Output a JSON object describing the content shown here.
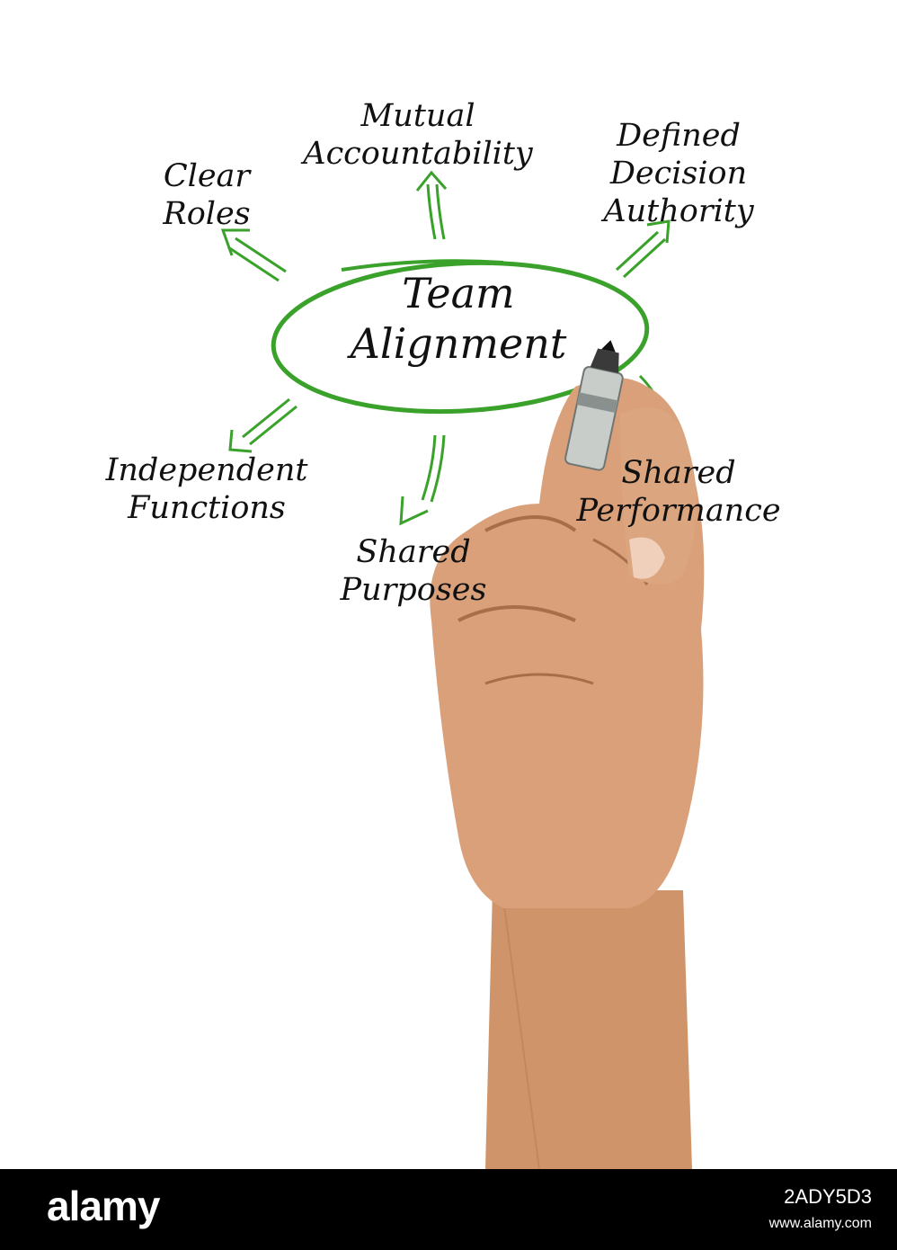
{
  "diagram": {
    "center": {
      "line1": "Team",
      "line2": "Alignment"
    },
    "branches": [
      {
        "id": "clear-roles",
        "line1": "Clear",
        "line2": "Roles"
      },
      {
        "id": "mutual-accountability",
        "line1": "Mutual",
        "line2": "Accountability"
      },
      {
        "id": "defined-decision-authority",
        "line1": "Defined",
        "line2": "Decision",
        "line3": "Authority"
      },
      {
        "id": "independent-functions",
        "line1": "Independent",
        "line2": "Functions"
      },
      {
        "id": "shared-purposes",
        "line1": "Shared",
        "line2": "Purposes"
      },
      {
        "id": "shared-performance",
        "line1": "Shared",
        "line2": "Performance"
      }
    ]
  },
  "watermark": {
    "brand": "alamy",
    "image_code": "2ADY5D3",
    "site": "www.alamy.com"
  },
  "colors": {
    "ink": "#111111",
    "marker_green": "#3aa12b",
    "skin": "#d9a07a",
    "footer_bg": "#000000"
  },
  "icons": [
    "hand-with-marker-icon"
  ]
}
